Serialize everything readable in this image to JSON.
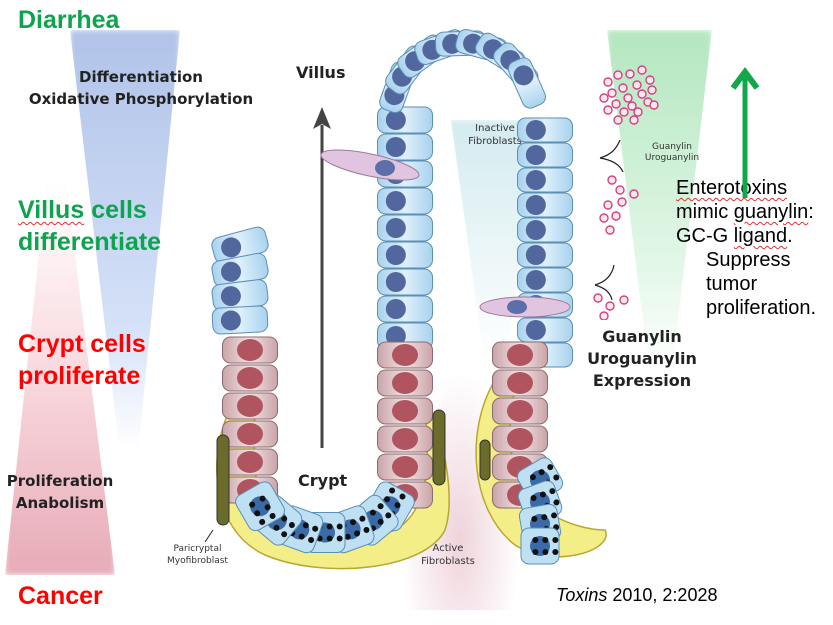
{
  "slide": {
    "left_labels": {
      "diarrhea": "Diarrhea",
      "villus_cells_line1": "Villus cells",
      "villus_cells_line2": "differentiate",
      "crypt_cells_line1": "Crypt cells",
      "crypt_cells_line2": "proliferate",
      "cancer": "Cancer"
    },
    "right_note": {
      "line1": "Enterotoxins",
      "line2_word1": "mimic ",
      "line2_word2": "guanylin",
      "line2_end": ":",
      "line3_start": "GC-G ",
      "line3_word": "ligand",
      "line3_end": ".",
      "sub_line1": "Suppress",
      "sub_line2": "tumor",
      "sub_line3": "proliferation."
    },
    "citation": {
      "journal": "Toxins",
      "rest": " 2010, 2:2028"
    },
    "colors": {
      "green": "#0fa34f",
      "red": "#ff0000",
      "arrow_green": "#12a84a"
    }
  },
  "figure": {
    "differentiation_line1": "Differentiation",
    "differentiation_line2": "Oxidative Phosphorylation",
    "proliferation_line1": "Proliferation",
    "proliferation_line2": "Anabolism",
    "villus_label": "Villus",
    "crypt_label": "Crypt",
    "inactive_line1": "Inactive",
    "inactive_line2": "Fibroblasts",
    "active_line1": "Active",
    "active_line2": "Fibroblasts",
    "paricryptal_line1": "Paricryptal",
    "paricryptal_line2": "Myofibroblast",
    "guanylin_small_line1": "Guanylin",
    "guanylin_small_line2": "Uroguanylin",
    "expression_line1": "Guanylin",
    "expression_line2": "Uroguanylin",
    "expression_line3": "Expression"
  }
}
